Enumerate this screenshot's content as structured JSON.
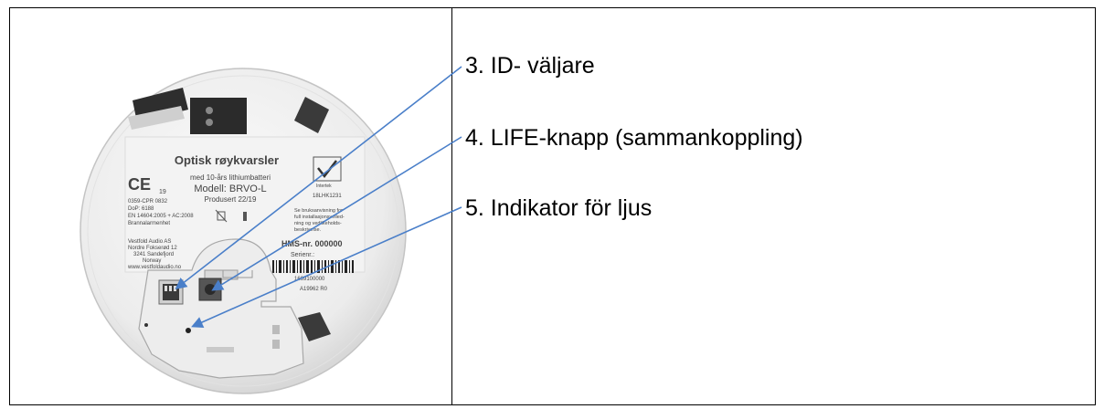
{
  "labels": {
    "id_selector": "3. ID- väljare",
    "life_button": "4. LIFE-knapp (sammankoppling)",
    "light_indicator": "5. Indikator för ljus"
  },
  "device": {
    "title": "Optisk røykvarsler",
    "battery": "med 10-års lithiumbatteri",
    "model": "Modell: BRVO-L",
    "produced": "Produsert 22/19",
    "ce_mark": "CE",
    "ce_year": "19",
    "cpr": "0359-CPR 0832",
    "dop": "DoP: 6188",
    "standard": "EN 14604:2005 + AC:2008",
    "category": "Brannalarmenhet",
    "company": "Vestfold Audio AS",
    "address1": "Nordre Fokserød 12",
    "address2": "3241 Sandefjord",
    "country": "Norway",
    "website": "www.vestfoldaudio.no",
    "intertek": "Intertek",
    "cert_code": "18LHK1231",
    "manual_note_1": "Se bruksanvisning for",
    "manual_note_2": "full installasjonsveiled-",
    "manual_note_3": "ning og vedlikeholds-",
    "manual_note_4": "beskrivelse.",
    "hms": "HMS-nr. 000000",
    "serial_label": "Serienr.:",
    "barcode_number": "1669100000",
    "part_code": "A19962 R0"
  },
  "colors": {
    "arrow": "#4a7fc9",
    "border": "#000000"
  }
}
